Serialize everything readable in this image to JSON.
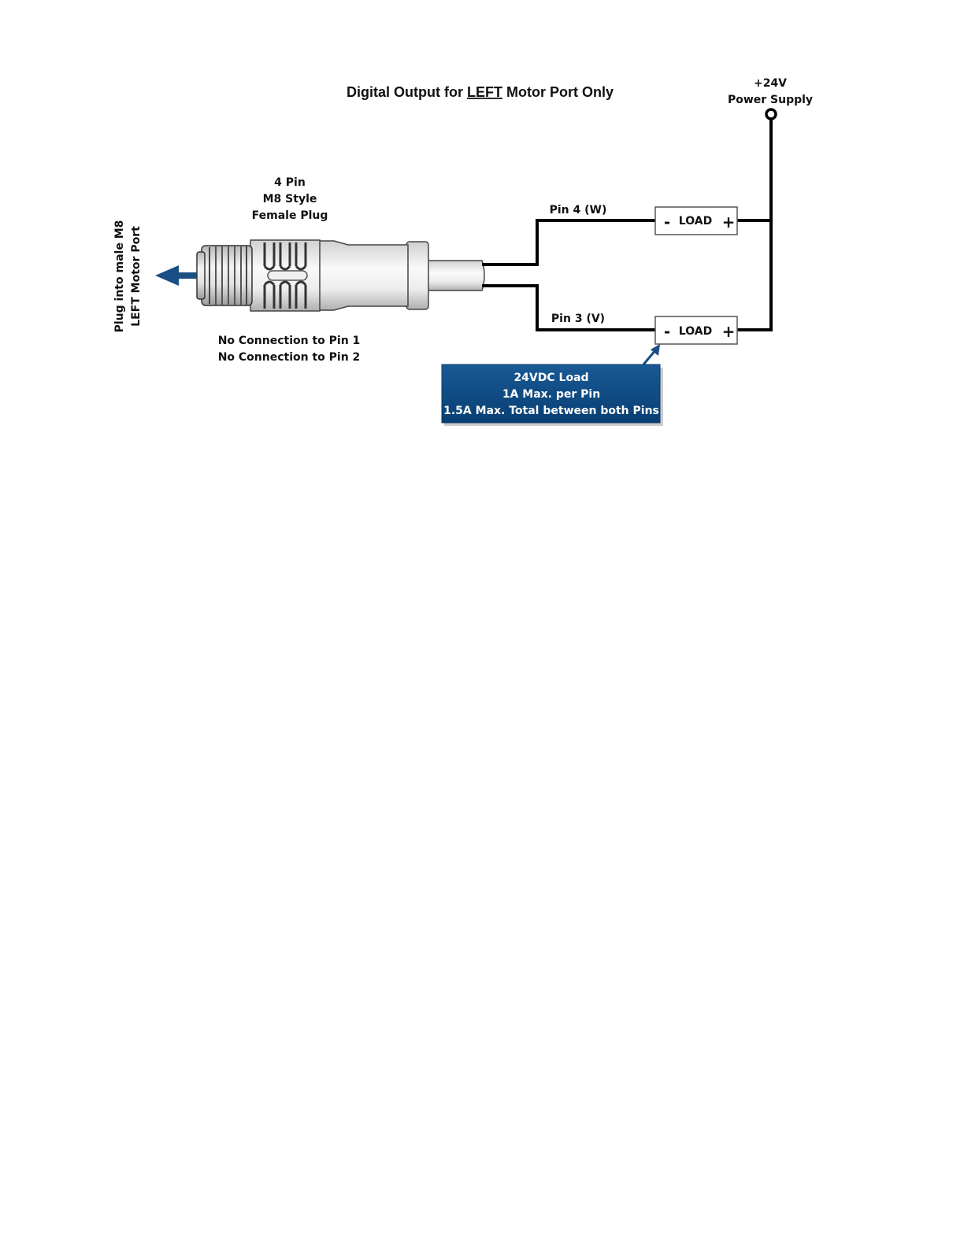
{
  "title": {
    "prefix": "Digital Output for",
    "emphasis": "LEFT",
    "suffix": "Motor Port Only"
  },
  "power_supply": {
    "voltage": "+24V",
    "label": "Power Supply"
  },
  "connector": {
    "line1": "4 Pin",
    "line2": "M8 Style",
    "line3": "Female Plug"
  },
  "plug_into": {
    "line1": "Plug into male M8",
    "line2": "LEFT Motor Port"
  },
  "no_connection": {
    "line1": "No Connection to Pin 1",
    "line2": "No Connection to Pin 2"
  },
  "pins": {
    "pin4": "Pin 4 (W)",
    "pin3": "Pin 3 (V)"
  },
  "load": {
    "label": "LOAD",
    "minus": "-",
    "plus": "+"
  },
  "callout": {
    "line1": "24VDC Load",
    "line2": "1A Max. per Pin",
    "line3": "1.5A Max. Total between both Pins"
  },
  "colors": {
    "callout_fill": "#0b4a83",
    "arrow": "#1a4f85",
    "wire": "#000000"
  }
}
